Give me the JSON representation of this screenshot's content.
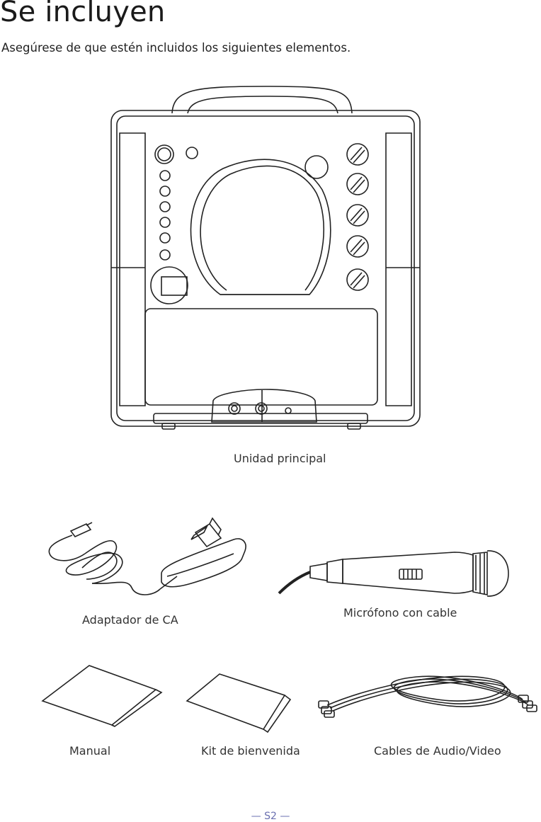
{
  "header": {
    "title": "Se incluyen",
    "subtitle": "Asegúrese de que estén incluidos los siguientes elementos."
  },
  "items": [
    {
      "label": "Unidad principal",
      "icon": "karaoke-unit-illustration"
    },
    {
      "label": "Adaptador de CA",
      "icon": "ac-adapter-illustration"
    },
    {
      "label": "Micrófono con cable",
      "icon": "wired-microphone-illustration"
    },
    {
      "label": "Manual",
      "icon": "manual-illustration"
    },
    {
      "label": "Kit de bienvenida",
      "icon": "welcome-kit-illustration"
    },
    {
      "label": "Cables de Audio/Video",
      "icon": "av-cables-illustration"
    }
  ],
  "footer": {
    "page_number": "— S2 —"
  },
  "colors": {
    "text": "#222222",
    "line_art": "#222222",
    "page_number": "#6a6fb0"
  }
}
